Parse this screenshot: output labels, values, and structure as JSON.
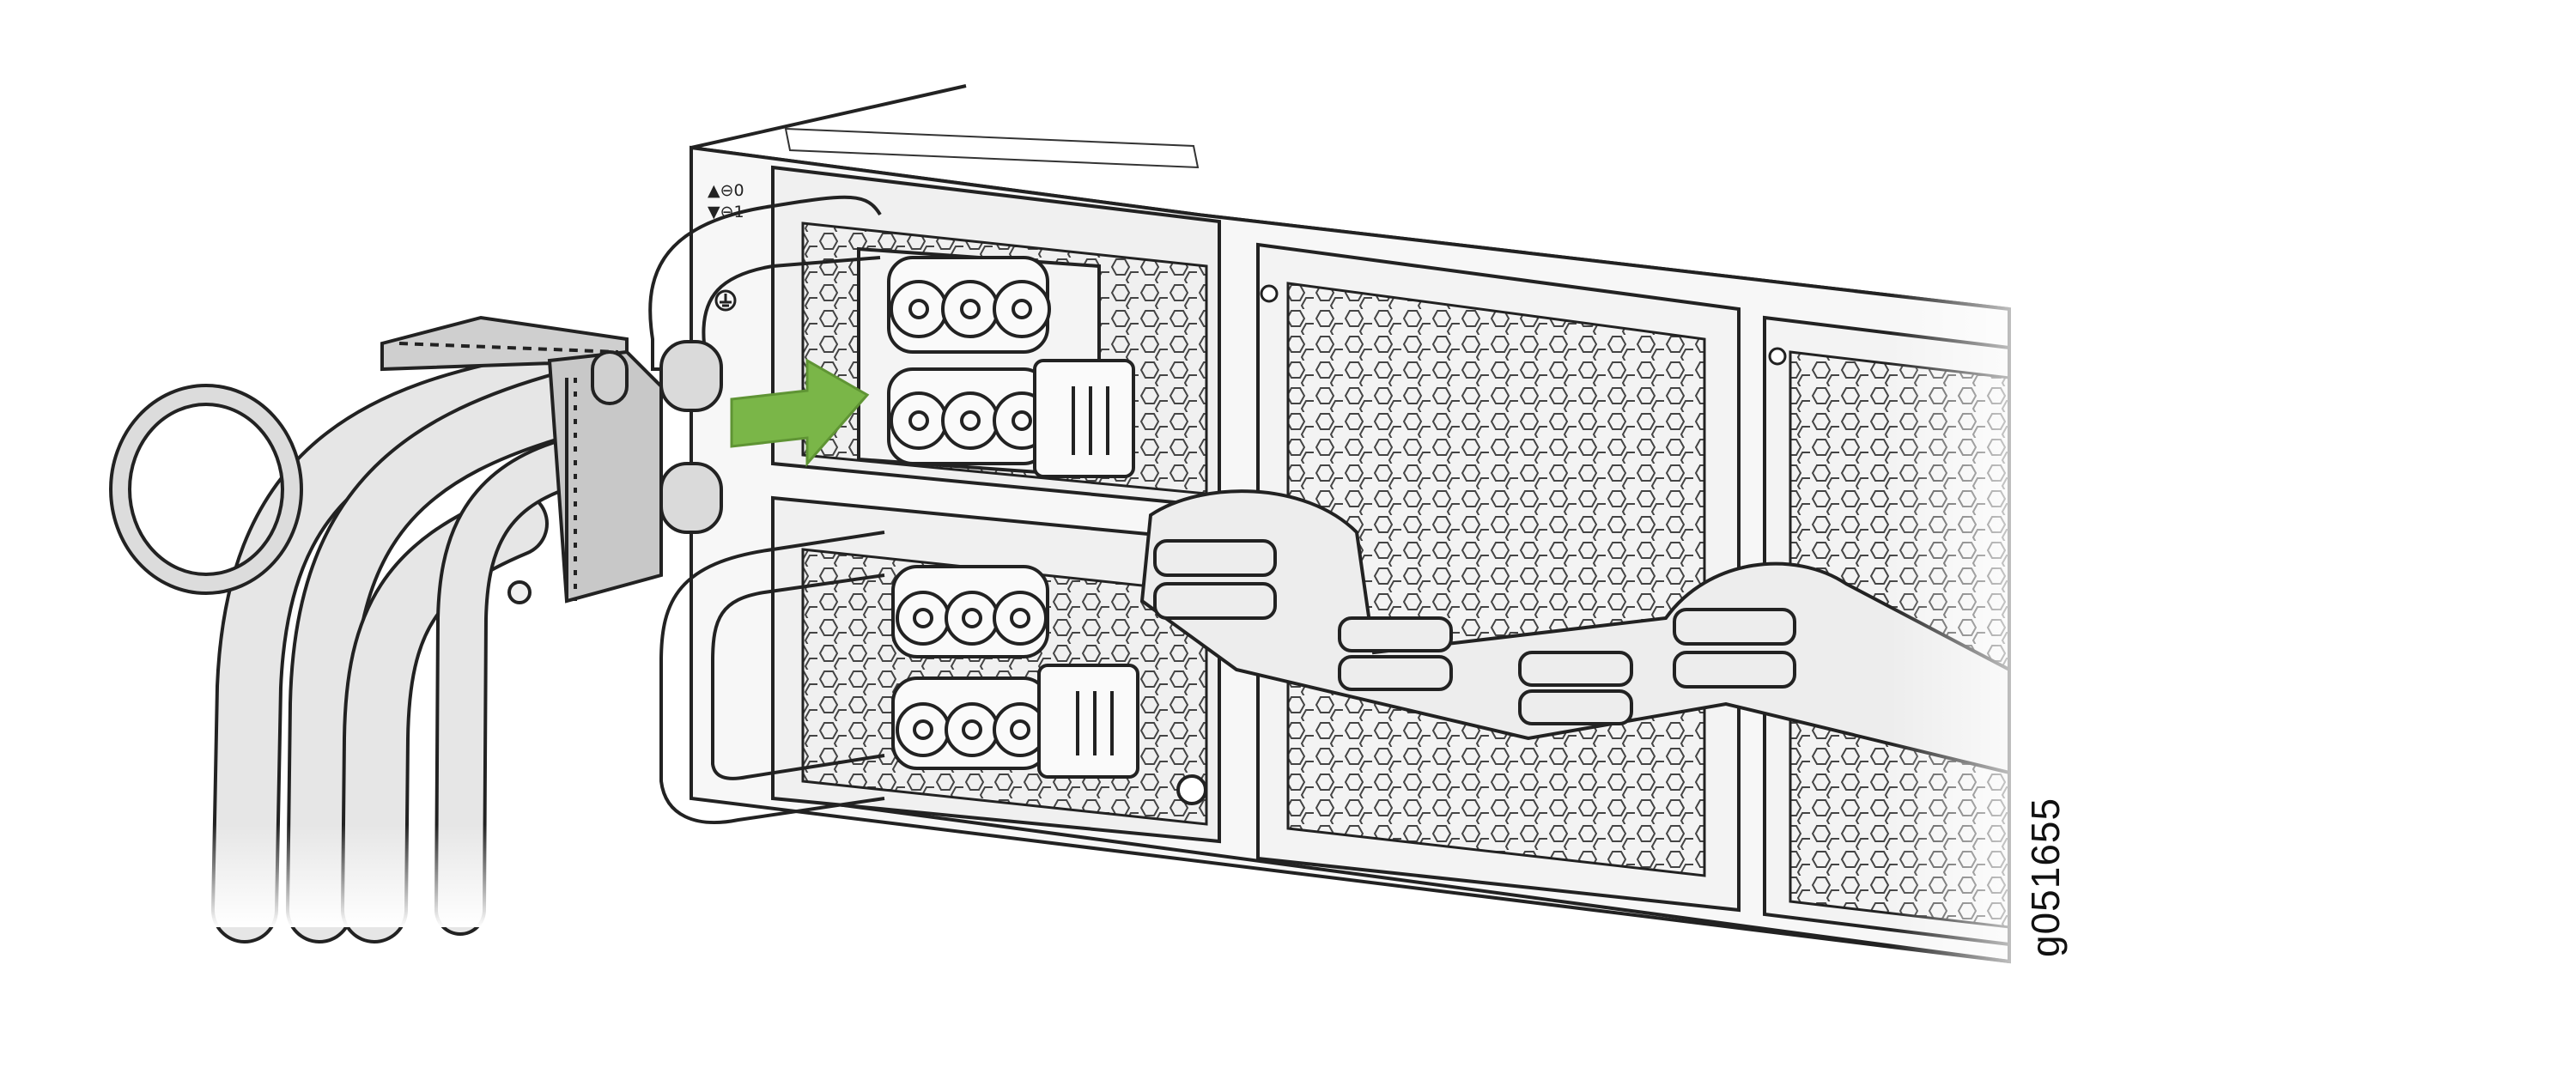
{
  "figure": {
    "id_label": "g051655",
    "psu_legend": [
      "▲⊖0",
      "▼⊖1"
    ]
  },
  "colors": {
    "arrow": "#7ab648",
    "line": "#222222",
    "panel": "#f2f2f2",
    "cable": "#e6e6e6",
    "metal": "#d9d9d9"
  },
  "icons": {
    "insert_arrow": "green-arrow-right-icon",
    "ground": "ground-symbol-icon"
  }
}
